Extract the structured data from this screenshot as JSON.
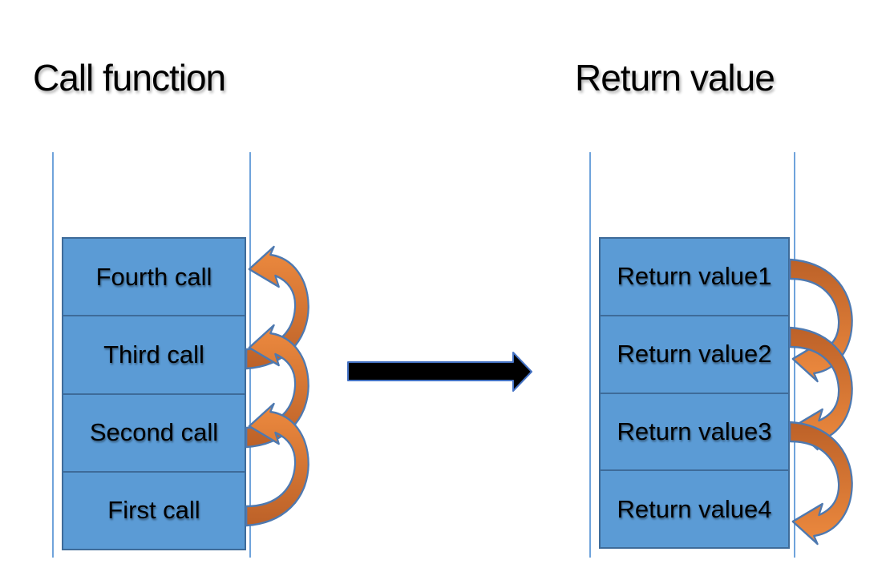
{
  "diagram": {
    "left": {
      "title": "Call function",
      "boxes": [
        "Fourth call",
        "Third call",
        "Second call",
        "First call"
      ]
    },
    "right": {
      "title": "Return value",
      "boxes": [
        "Return value1",
        "Return value2",
        "Return value3",
        "Return value4"
      ]
    }
  },
  "colors": {
    "background": "#FFFFFF",
    "text_color": "#000000",
    "box_fill": "#5B9BD5",
    "box_border": "#3E6B99",
    "guide_line": "#6FA3DB",
    "arrow_fill_light": "#ED8A3F",
    "arrow_fill_dark": "#BC6128",
    "arrow_outline": "#4E79B0",
    "transform_arrow_fill": "#000000",
    "transform_arrow_outline": "#4472C4"
  }
}
